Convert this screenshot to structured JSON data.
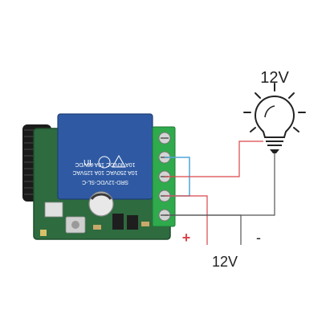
{
  "diagram": {
    "lamp_voltage_label": "12V",
    "supply_voltage_label": "12V",
    "positive_symbol": "+",
    "negative_symbol": "-",
    "relay": {
      "model_text": "SRD-12VDC-SL-C",
      "rating_line_1": "10A 250VAC  10A 125VAC",
      "rating_line_2": "10A  30VDC  10A  28VDC"
    },
    "colors": {
      "positive_wire": "#d9464b",
      "negative_wire": "#555555",
      "bridge_wire": "#4fa6d8",
      "relay_body": "#2f5aa3",
      "pcb": "#2e6b3f",
      "terminal_block": "#2faa4c",
      "antenna_coil": "#1b1b1b"
    }
  }
}
